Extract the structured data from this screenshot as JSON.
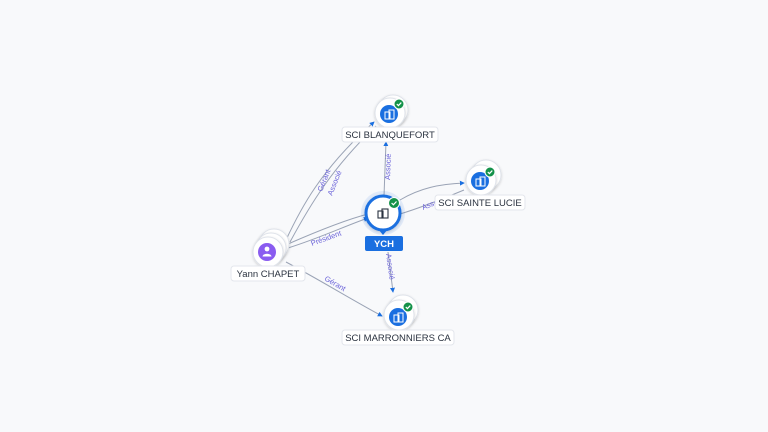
{
  "nodes": {
    "center": {
      "name": "YCH"
    },
    "blanquefort": {
      "name": "SCI BLANQUEFORT"
    },
    "sainte_lucie": {
      "name": "SCI SAINTE LUCIE"
    },
    "marronniers": {
      "name": "SCI MARRONNIERS CA"
    },
    "person": {
      "name": "Yann CHAPET"
    }
  },
  "edges": {
    "center_blanquefort": "Associé",
    "center_sainte_lucie": "Associé",
    "center_marronniers": "Associé",
    "person_center": "Président",
    "person_blanquefort_gerant": "Gérant",
    "person_blanquefort_associe": "Associé",
    "person_marronniers": "Gérant"
  },
  "colors": {
    "company": "#1a6fe0",
    "person": "#8a5cf0",
    "check": "#14924a",
    "edge": "#9aa3b5",
    "edge_label": "#6b63d9",
    "center_tag": "#1a6fe0"
  },
  "icons": {
    "company": "building-icon",
    "person": "person-icon",
    "check": "check-badge-icon"
  }
}
